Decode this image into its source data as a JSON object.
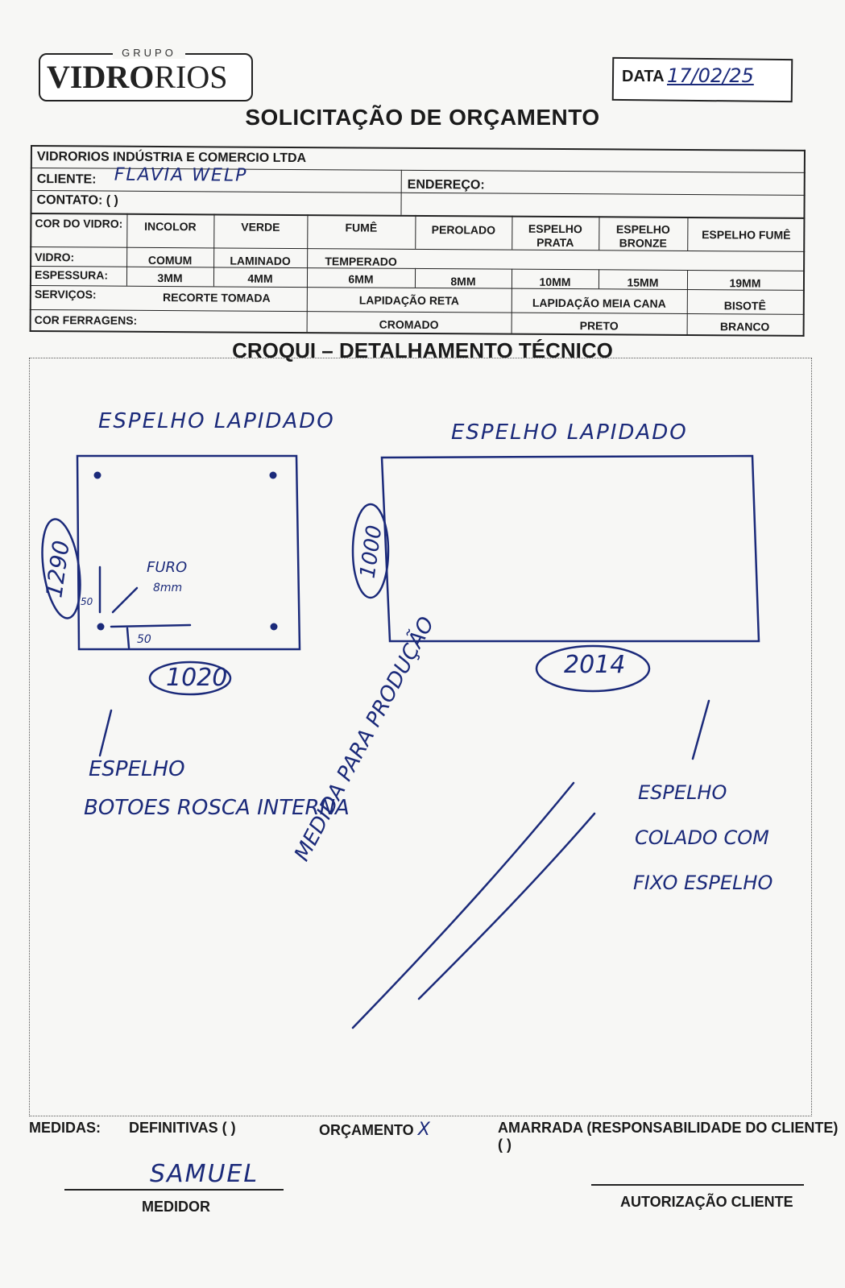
{
  "logo": {
    "group": "GRUPO",
    "brand_bold": "VIDRO",
    "brand_light": "RIOS"
  },
  "date": {
    "label": "DATA",
    "value": "17/02/25"
  },
  "title": "SOLICITAÇÃO DE ORÇAMENTO",
  "form": {
    "company": "VIDRORIOS INDÚSTRIA E COMERCIO LTDA",
    "cliente_label": "CLIENTE:",
    "cliente_value": "FLAVIA WELP",
    "endereco_label": "ENDEREÇO:",
    "contato_label": "CONTATO: (  )",
    "cor_vidro_label": "COR DO VIDRO:",
    "cor_options": [
      "INCOLOR",
      "VERDE",
      "FUMÊ",
      "PEROLADO",
      "ESPELHO PRATA",
      "ESPELHO BRONZE",
      "ESPELHO FUMÊ"
    ],
    "vidro_label": "VIDRO:",
    "vidro_options": [
      "COMUM",
      "LAMINADO",
      "TEMPERADO"
    ],
    "espessura_label": "ESPESSURA:",
    "espessura_options": [
      "3MM",
      "4MM",
      "6MM",
      "8MM",
      "10MM",
      "15MM",
      "19MM"
    ],
    "servicos_label": "SERVIÇOS:",
    "servicos_options": [
      "RECORTE TOMADA",
      "LAPIDAÇÃO RETA",
      "LAPIDAÇÃO MEIA CANA",
      "BISOTÊ"
    ],
    "ferragens_label": "COR FERRAGENS:",
    "ferragens_options": [
      "CROMADO",
      "PRETO",
      "BRANCO"
    ]
  },
  "croqui": {
    "title": "CROQUI – DETALHAMENTO TÉCNICO",
    "left_label": "ESPELHO LAPIDADO",
    "right_label": "ESPELHO LAPIDADO",
    "left_height": "1290",
    "left_width": "1020",
    "right_height": "1000",
    "right_width": "2014",
    "hole_note_1": "FURO",
    "hole_note_2": "8mm",
    "offset_v": "50",
    "offset_h": "50",
    "note_left_1": "ESPELHO",
    "note_left_2": "BOTOES ROSCA INTERNA",
    "note_center": "MEDIDA PARA PRODUÇÃO",
    "note_right_1": "ESPELHO",
    "note_right_2": "COLADO COM",
    "note_right_3": "FIXO ESPELHO"
  },
  "footer": {
    "medidas_label": "MEDIDAS:",
    "definitivas": "DEFINITIVAS (  )",
    "orcamento": "ORÇAMENTO",
    "orcamento_mark": "X",
    "amarrada": "AMARRADA (RESPONSABILIDADE DO CLIENTE) (  )",
    "medidor_signature": "SAMUEL",
    "medidor_label": "MEDIDOR",
    "autorizacao_label": "AUTORIZAÇÃO CLIENTE"
  }
}
